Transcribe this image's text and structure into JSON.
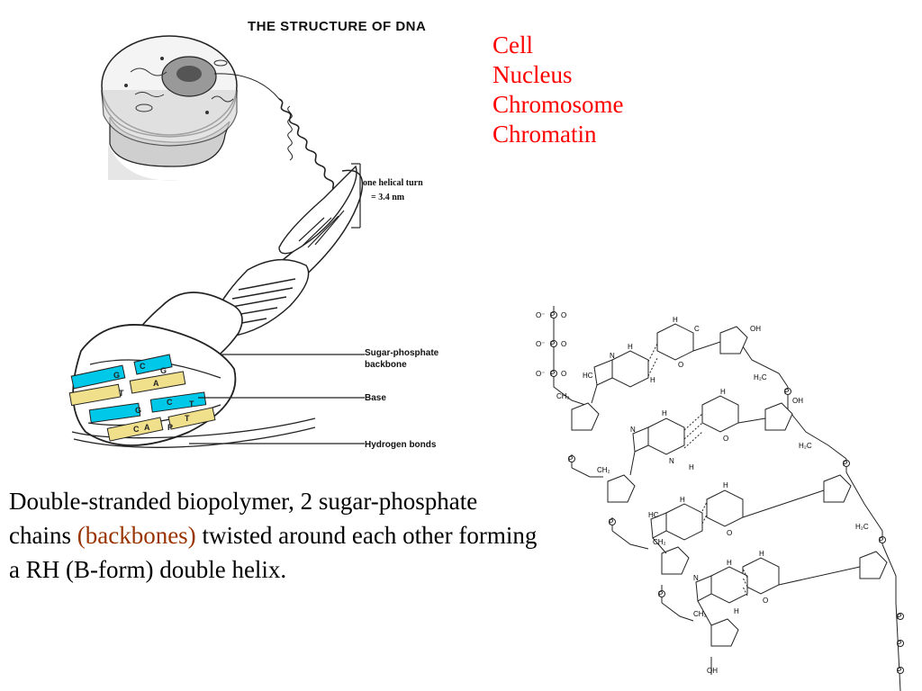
{
  "illustration": {
    "title": "THE STRUCTURE OF DNA",
    "helical_turn": [
      "one helical turn",
      "= 3.4 nm"
    ],
    "labels": {
      "backbone": [
        "Sugar-phosphate",
        "backbone"
      ],
      "base": "Base",
      "hydrogen_bonds": "Hydrogen bonds"
    },
    "base_letters": [
      "G",
      "C",
      "T",
      "A",
      "G",
      "C",
      "A",
      "T",
      "C",
      "G",
      "P",
      "T"
    ]
  },
  "levels": [
    "Cell",
    "Nucleus",
    "Chromosome",
    "Chromatin"
  ],
  "description": {
    "part1": "Double-stranded biopolymer, 2 sugar-phosphate chains ",
    "highlight": "(backbones)",
    "part2": " twisted around each other forming a RH (B-form) double helix."
  },
  "colors": {
    "levels_text": "#ff0000",
    "highlight_text": "#993300",
    "base_cyan": "#00c8e8",
    "base_yellow": "#f0e08c"
  },
  "structure_labels": {
    "phosphate": "P",
    "ch2": "CH₂",
    "h2c": "H₂C",
    "oh": "OH",
    "o": "O",
    "o_minus": "O⁻",
    "n": "N",
    "h": "H",
    "hc": "HC",
    "c": "C"
  }
}
